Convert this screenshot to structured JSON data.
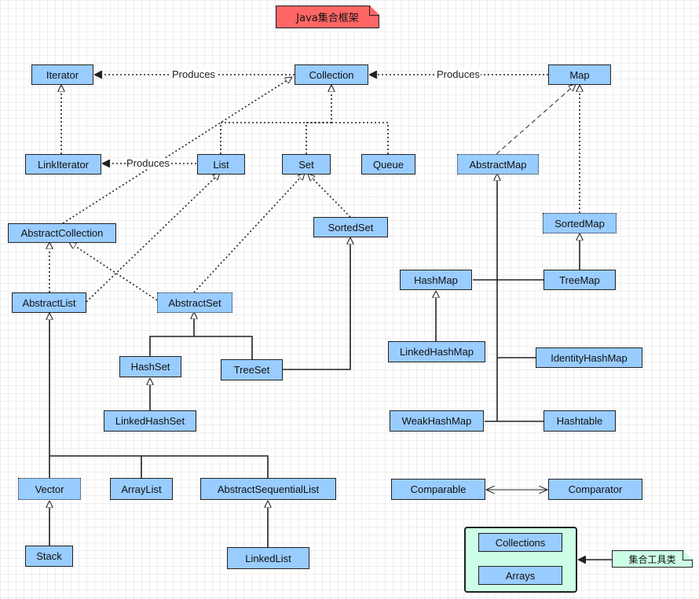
{
  "title": "Java集合框架",
  "nodes": {
    "iterator": "Iterator",
    "collection": "Collection",
    "map": "Map",
    "link_iterator": "LinkIterator",
    "list": "List",
    "set": "Set",
    "queue": "Queue",
    "abstract_map": "AbstractMap",
    "abstract_collection": "AbstractCollection",
    "sorted_set": "SortedSet",
    "sorted_map": "SortedMap",
    "hash_map": "HashMap",
    "tree_map": "TreeMap",
    "abstract_list": "AbstractList",
    "abstract_set": "AbstractSet",
    "linked_hash_map": "LinkedHashMap",
    "identity_hash_map": "IdentityHashMap",
    "hash_set": "HashSet",
    "tree_set": "TreeSet",
    "linked_hash_set": "LinkedHashSet",
    "weak_hash_map": "WeakHashMap",
    "hashtable": "Hashtable",
    "vector": "Vector",
    "array_list": "ArrayList",
    "abstract_sequential_list": "AbstractSequentialList",
    "comparable": "Comparable",
    "comparator": "Comparator",
    "stack": "Stack",
    "linked_list": "LinkedList",
    "collections": "Collections",
    "arrays": "Arrays"
  },
  "edge_labels": {
    "produces": "Produces"
  },
  "tools_note": "集合工具类",
  "colors": {
    "node_fill": "#99ccff",
    "title_fill": "#ff6666",
    "tools_fill": "#ccffe6",
    "stroke": "#222222"
  }
}
